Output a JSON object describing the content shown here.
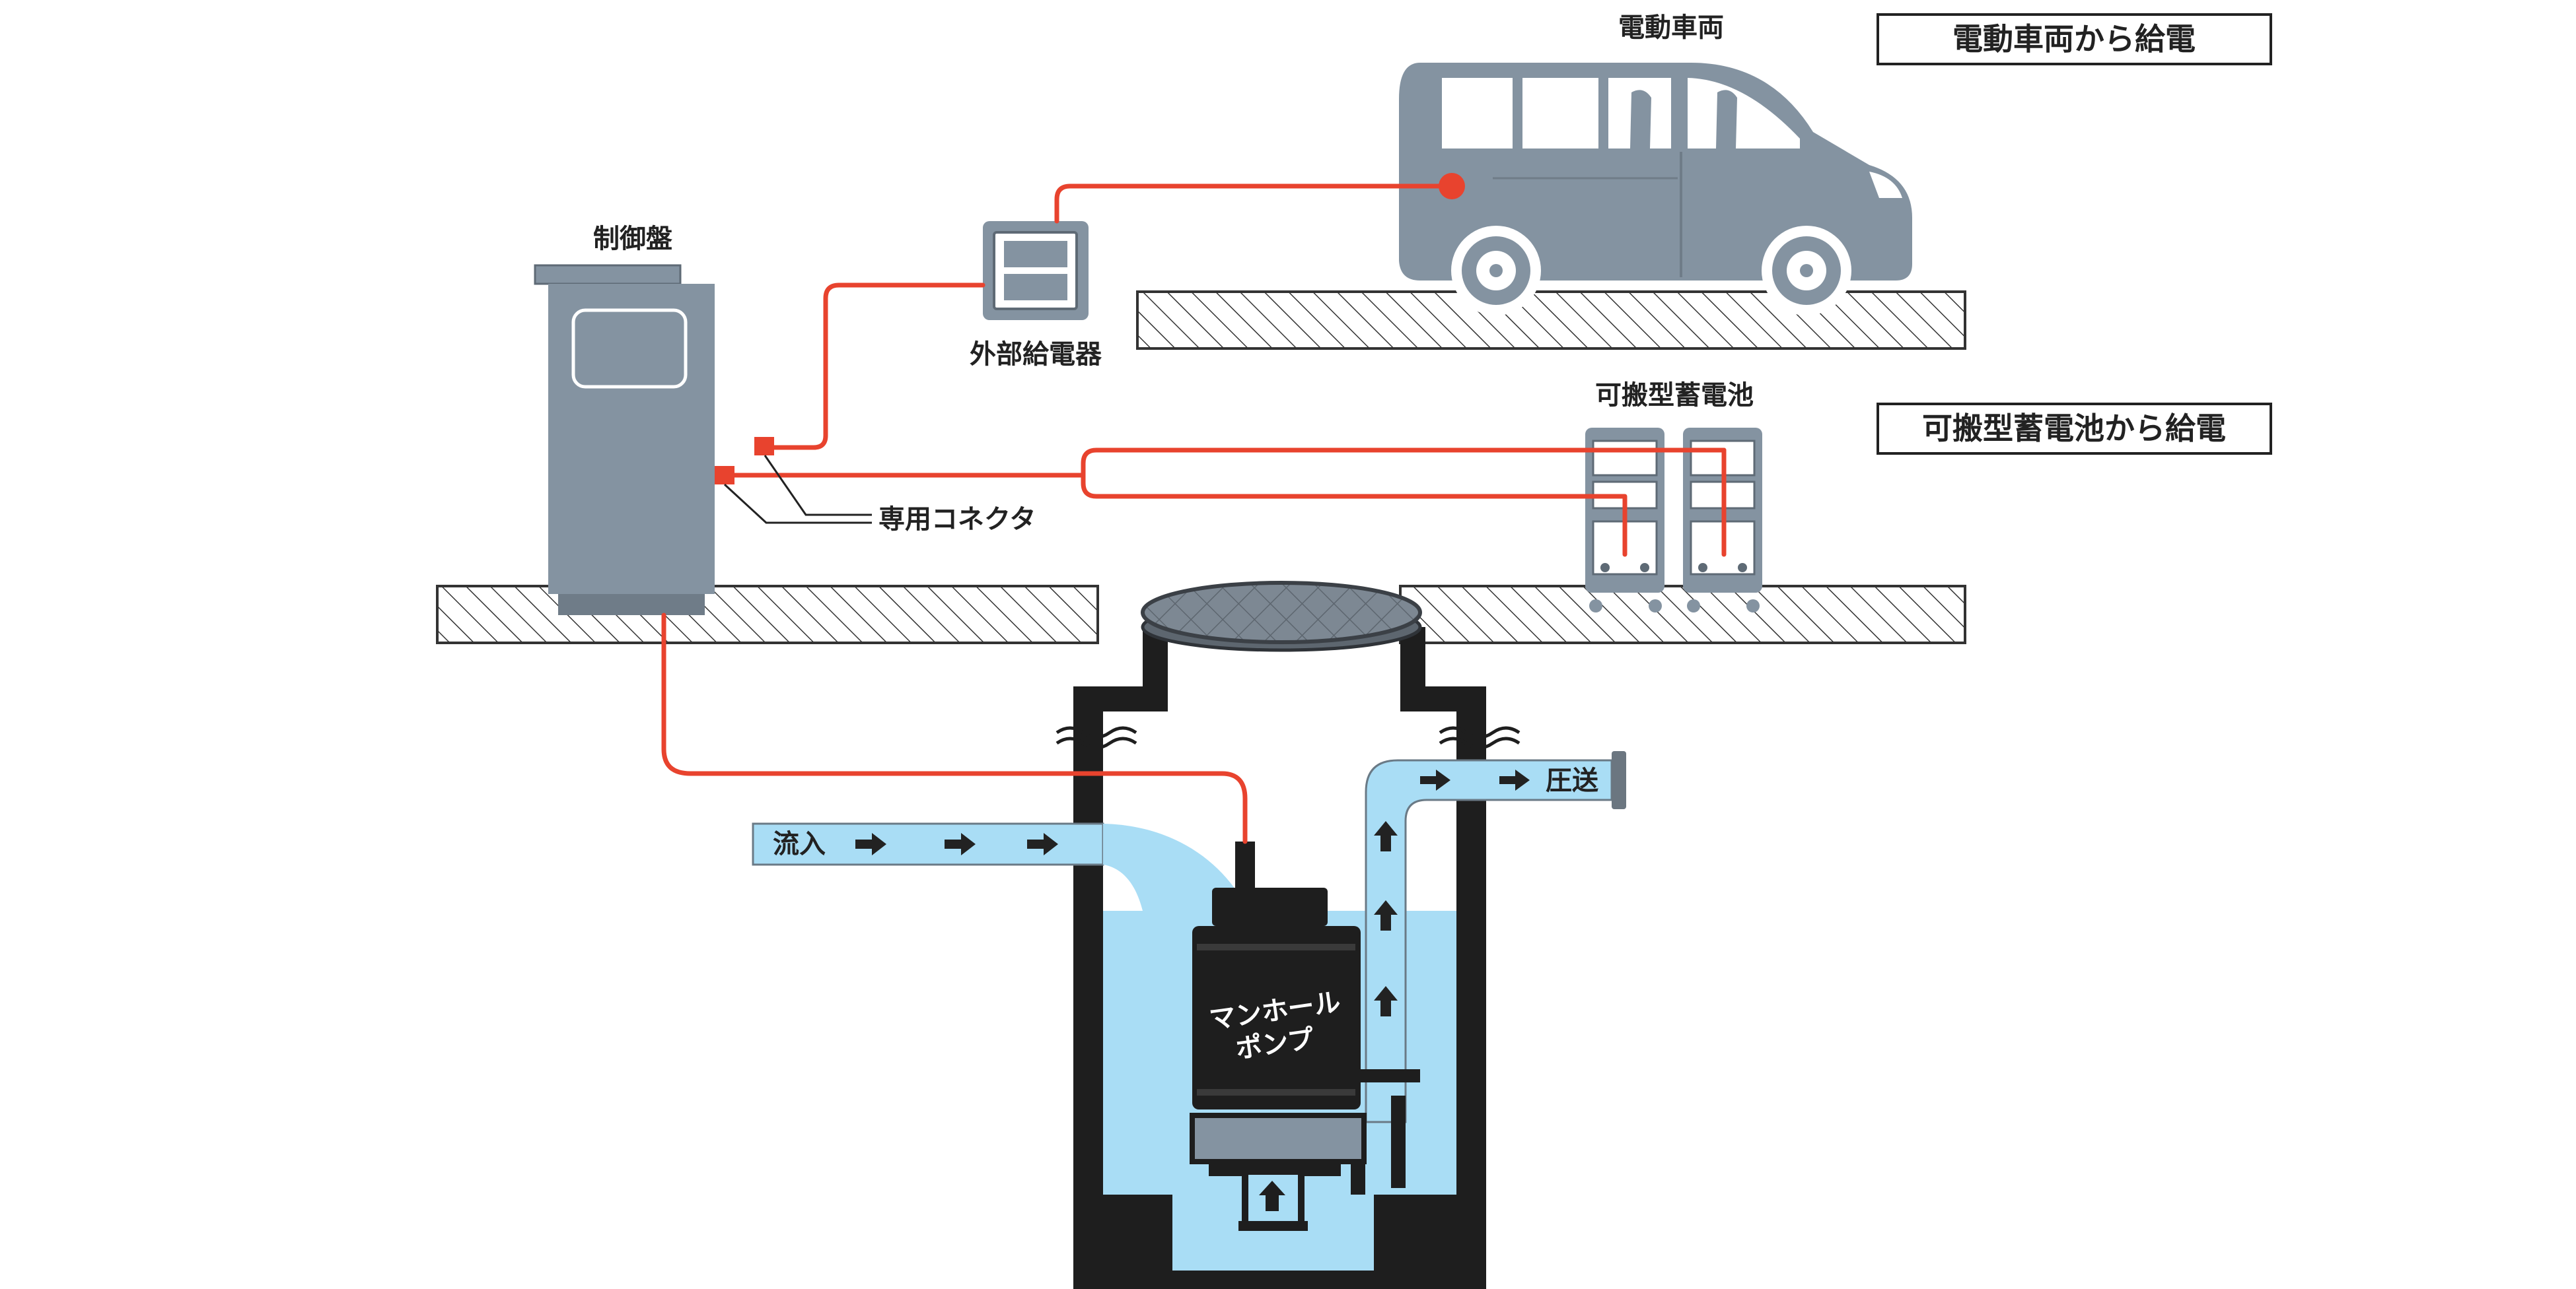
{
  "labels": {
    "vehicle": "電動車両",
    "supply_from_vehicle": "電動車両から給電",
    "control_panel": "制御盤",
    "external_charger": "外部給電器",
    "portable_battery": "可搬型蓄電池",
    "supply_from_battery": "可搬型蓄電池から給電",
    "dedicated_connector": "専用コネクタ",
    "inflow": "流入",
    "pressure_feed": "圧送",
    "pump_line1": "マンホール",
    "pump_line2": "ポンプ"
  },
  "colors": {
    "cable": "#e8432e",
    "device_gray": "#8493a1",
    "water": "#a9ddf5",
    "structure": "#1e1e1e",
    "ground_hatch": "#333333"
  },
  "icons": [
    "vehicle-icon",
    "external-charger-icon",
    "portable-battery-icon",
    "control-panel-icon",
    "manhole-pump-icon",
    "manhole-cover-icon",
    "flow-arrow-icon"
  ]
}
